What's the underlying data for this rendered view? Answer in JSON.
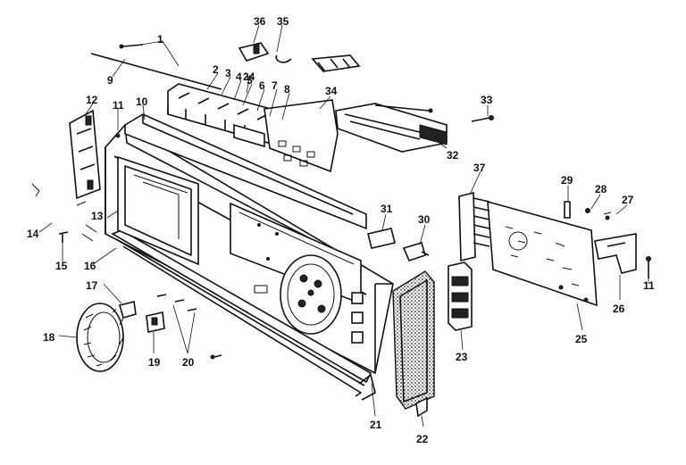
{
  "diagram": {
    "labels": [
      {
        "id": "l1",
        "text": "1"
      },
      {
        "id": "l2",
        "text": "2"
      },
      {
        "id": "l3",
        "text": "3"
      },
      {
        "id": "l4",
        "text": "4"
      },
      {
        "id": "l5",
        "text": "5"
      },
      {
        "id": "l6",
        "text": "6"
      },
      {
        "id": "l7",
        "text": "7"
      },
      {
        "id": "l8",
        "text": "8"
      },
      {
        "id": "l9",
        "text": "9"
      },
      {
        "id": "l10",
        "text": "10"
      },
      {
        "id": "l11a",
        "text": "11"
      },
      {
        "id": "l11b",
        "text": "11"
      },
      {
        "id": "l12",
        "text": "12"
      },
      {
        "id": "l13",
        "text": "13"
      },
      {
        "id": "l14",
        "text": "14"
      },
      {
        "id": "l15",
        "text": "15"
      },
      {
        "id": "l16",
        "text": "16"
      },
      {
        "id": "l17",
        "text": "17"
      },
      {
        "id": "l18",
        "text": "18"
      },
      {
        "id": "l19",
        "text": "19"
      },
      {
        "id": "l20",
        "text": "20"
      },
      {
        "id": "l21",
        "text": "21"
      },
      {
        "id": "l22",
        "text": "22"
      },
      {
        "id": "l23",
        "text": "23"
      },
      {
        "id": "l24",
        "text": "24"
      },
      {
        "id": "l25",
        "text": "25"
      },
      {
        "id": "l26",
        "text": "26"
      },
      {
        "id": "l27",
        "text": "27"
      },
      {
        "id": "l28",
        "text": "28"
      },
      {
        "id": "l29",
        "text": "29"
      },
      {
        "id": "l30",
        "text": "30"
      },
      {
        "id": "l31",
        "text": "31"
      },
      {
        "id": "l32",
        "text": "32"
      },
      {
        "id": "l33",
        "text": "33"
      },
      {
        "id": "l34",
        "text": "34"
      },
      {
        "id": "l35",
        "text": "35"
      },
      {
        "id": "l36",
        "text": "36"
      },
      {
        "id": "l37",
        "text": "37"
      }
    ]
  }
}
